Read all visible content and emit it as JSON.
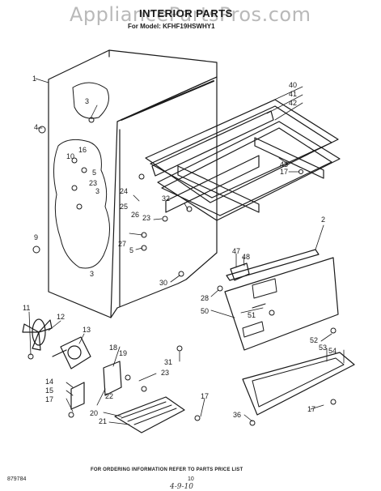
{
  "watermark": "AppliancePartsPros.com",
  "header": {
    "title": "INTERIOR PARTS",
    "model": "For Model: KFHF19HSWHY1"
  },
  "callouts": {
    "c1": "1",
    "c3a": "3",
    "c4": "4",
    "c5a": "5",
    "c16": "16",
    "c10": "10",
    "c23a": "23",
    "c3b": "3",
    "c9": "9",
    "c3c": "3",
    "c24": "24",
    "c25": "25",
    "c32": "32",
    "c23b": "23",
    "c26": "26",
    "c27": "27",
    "c5b": "5",
    "c40": "40",
    "c41": "41",
    "c42": "42",
    "c43": "43",
    "c17a": "17",
    "c2": "2",
    "c47": "47",
    "c48": "48",
    "c30": "30",
    "c28": "28",
    "c50": "50",
    "c51": "51",
    "c52": "52",
    "c53": "53",
    "c54": "54",
    "c11": "11",
    "c12": "12",
    "c13": "13",
    "c18": "18",
    "c19": "19",
    "c31": "31",
    "c23c": "23",
    "c14": "14",
    "c15": "15",
    "c17b": "17",
    "c22": "22",
    "c20": "20",
    "c21": "21",
    "c17c": "17",
    "c36": "36",
    "c17d": "17"
  },
  "footer": {
    "note": "FOR ORDERING INFORMATION REFER TO PARTS PRICE LIST",
    "part_code": "879784",
    "page_number": "10",
    "handwritten": "4-9-10"
  }
}
